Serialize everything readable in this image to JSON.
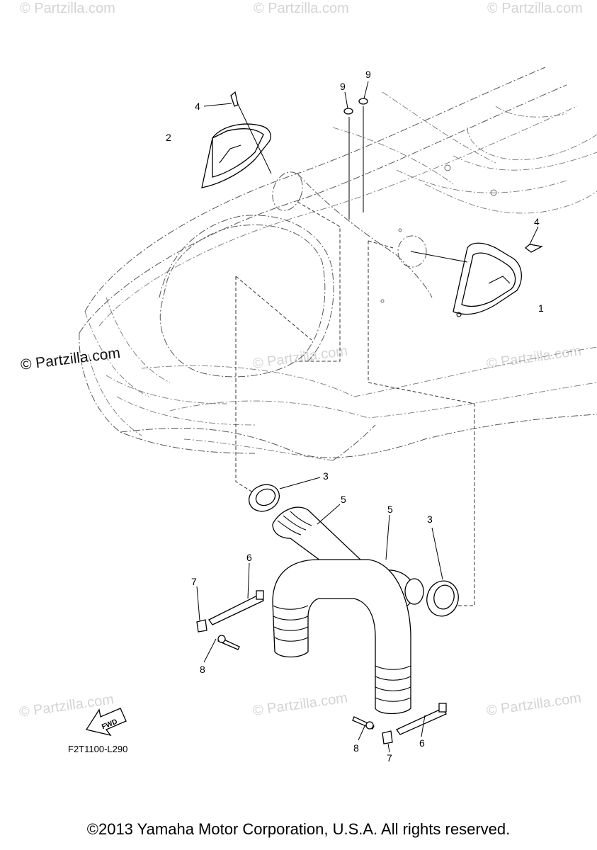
{
  "watermarks": {
    "main": "© Partzilla.com",
    "faint": "© Partzilla.com"
  },
  "callouts": {
    "c1": "1",
    "c2": "2",
    "c3a": "3",
    "c3b": "3",
    "c4a": "4",
    "c4b": "4",
    "c5a": "5",
    "c5b": "5",
    "c6a": "6",
    "c6b": "6",
    "c7a": "7",
    "c7b": "7",
    "c8a": "8",
    "c8b": "8",
    "c9a": "9",
    "c9b": "9"
  },
  "fwd_label": "FWD",
  "diagram_code": "F2T1100-L290",
  "copyright": "©2013 Yamaha Motor Corporation, U.S.A. All rights reserved."
}
